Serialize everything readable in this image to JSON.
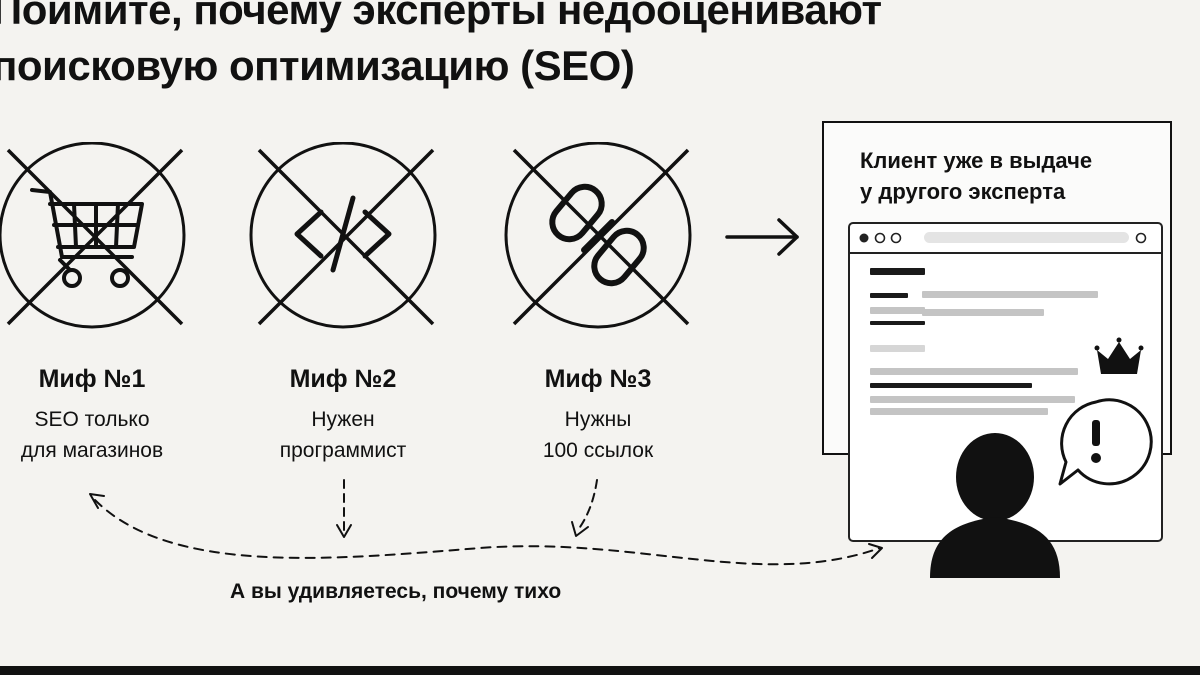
{
  "title": {
    "line1": "Поймите, почему эксперты недооценивают",
    "line2": "поисковую оптимизацию (SEO)"
  },
  "myths": [
    {
      "title": "Миф №1",
      "line1": "SEO только",
      "line2": "для магазинов",
      "icon": "shopping-cart-icon"
    },
    {
      "title": "Миф №2",
      "line1": "Нужен",
      "line2": "программист",
      "icon": "code-icon"
    },
    {
      "title": "Миф №3",
      "line1": "Нужны",
      "line2": "100 ссылок",
      "icon": "link-icon"
    }
  ],
  "panel": {
    "title_line1": "Клиент уже в выдаче",
    "title_line2": "у другого эксперта",
    "icons": [
      "crown-icon",
      "exclamation-bubble-icon",
      "person-silhouette-icon"
    ]
  },
  "caption": "А вы удивляетесь, почему тихо",
  "colors": {
    "ink": "#111111",
    "background": "#f4f3f0",
    "result_grey": "#c4c4c4"
  }
}
